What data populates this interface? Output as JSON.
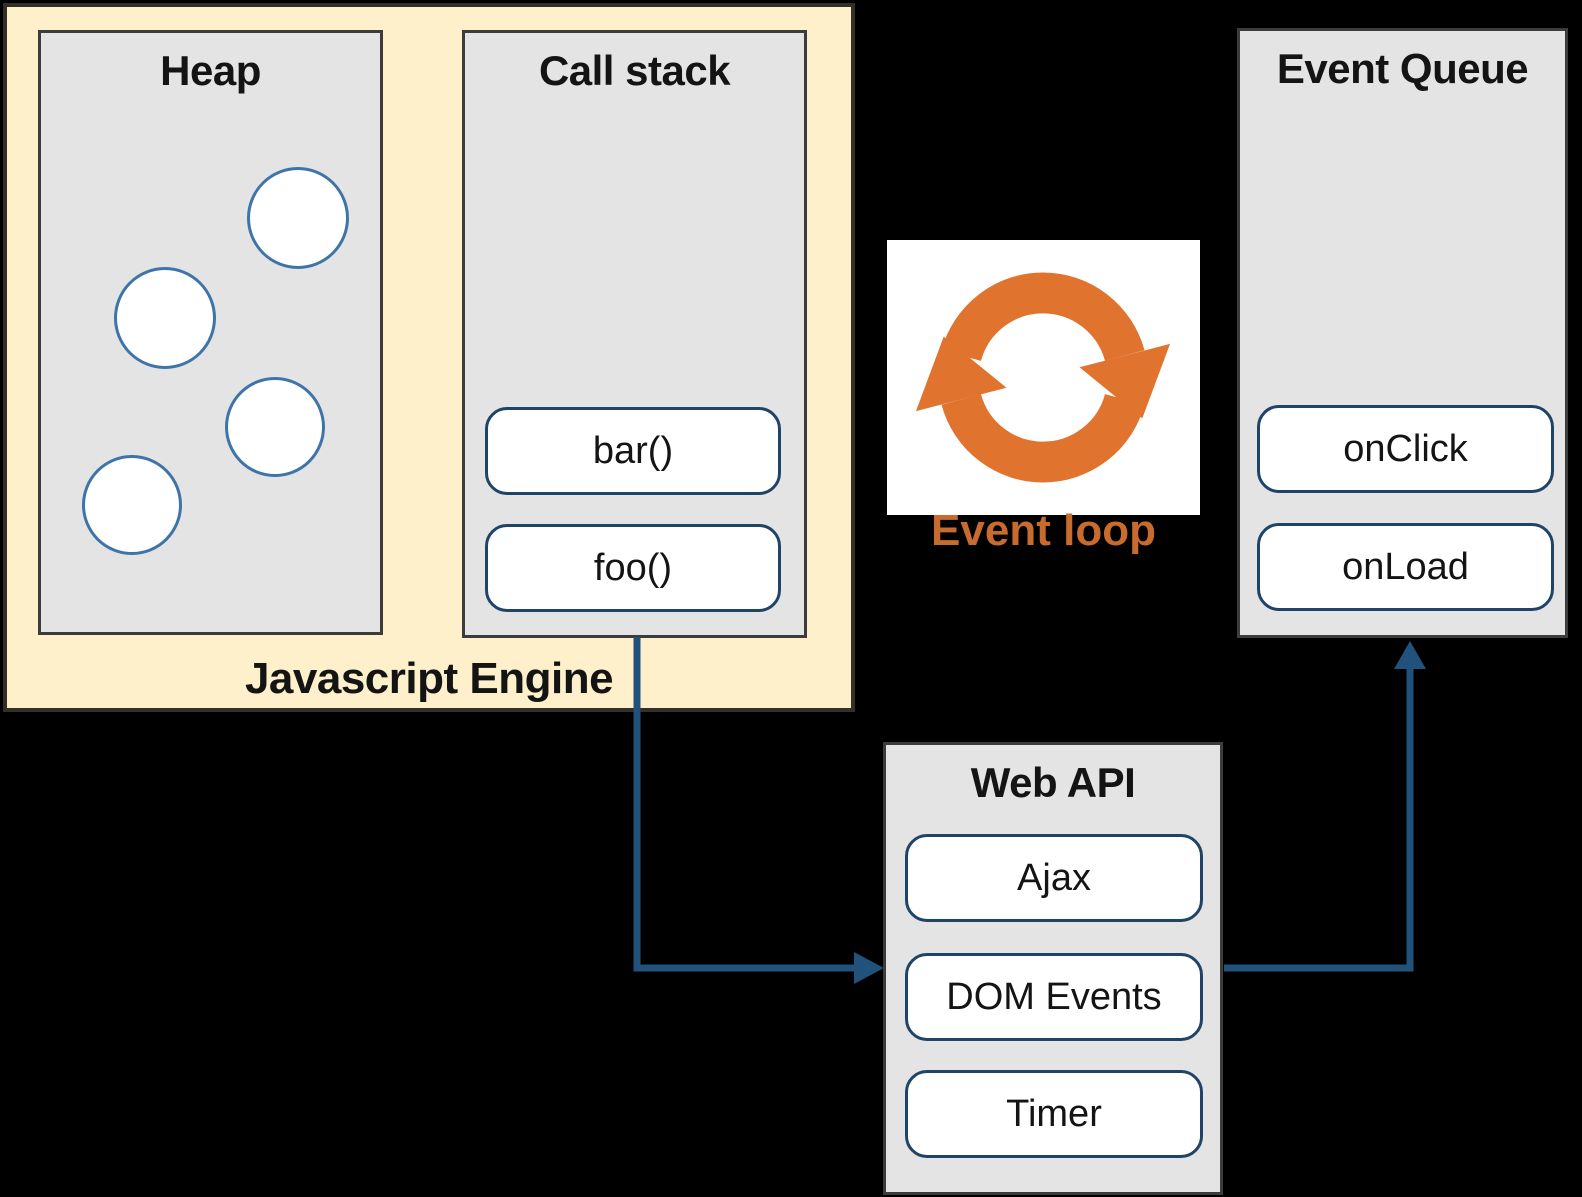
{
  "colors": {
    "background": "#000000",
    "engine_bg": "#FDF0CB",
    "panel_gray": "#E4E4E4",
    "pill_border_navy": "#1F4468",
    "circle_border_blue": "#3E74A8",
    "arrow_blue": "#20527C",
    "event_loop_icon_orange": "#E0732D",
    "event_loop_text_orange": "#C76B2E"
  },
  "js_engine": {
    "label": "Javascript Engine"
  },
  "heap": {
    "title": "Heap",
    "object_count": 4
  },
  "call_stack": {
    "title": "Call stack",
    "frames": [
      "bar()",
      "foo()"
    ]
  },
  "event_loop": {
    "label": "Event loop",
    "icon": "cycle-arrows-icon"
  },
  "event_queue": {
    "title": "Event Queue",
    "items": [
      "onClick",
      "onLoad"
    ]
  },
  "web_api": {
    "title": "Web API",
    "items": [
      "Ajax",
      "DOM Events",
      "Timer"
    ]
  }
}
